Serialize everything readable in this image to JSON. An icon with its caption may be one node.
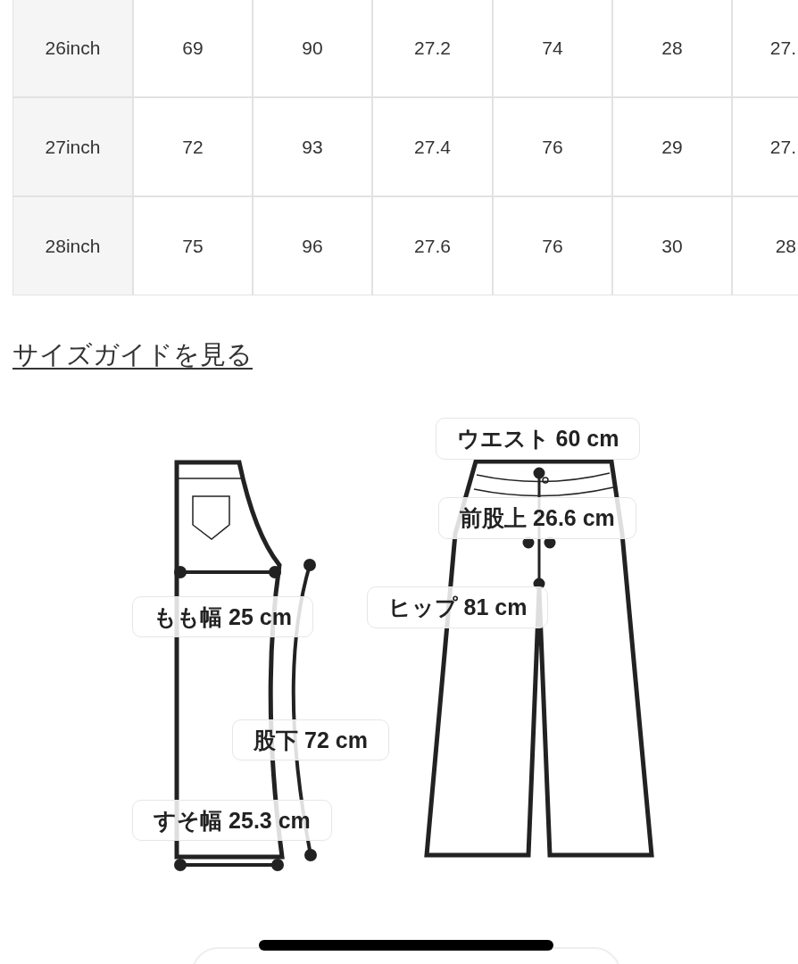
{
  "diagram": {
    "labels": [
      "26inch",
      "69",
      "90",
      "27.2",
      "74",
      "28",
      "27.",
      "27inch",
      "72",
      "93",
      "27.4",
      "76",
      "29",
      "27.",
      "28inch",
      "75",
      "96",
      "27.6",
      "76",
      "30",
      "28",
      "サイズガイドを見る",
      "ウエスト 60 cm",
      "前股上 26.6 cm",
      "ヒップ 81 cm",
      "もも幅 25 cm",
      "股下 72 cm",
      "すそ幅 25.3 cm"
    ]
  }
}
